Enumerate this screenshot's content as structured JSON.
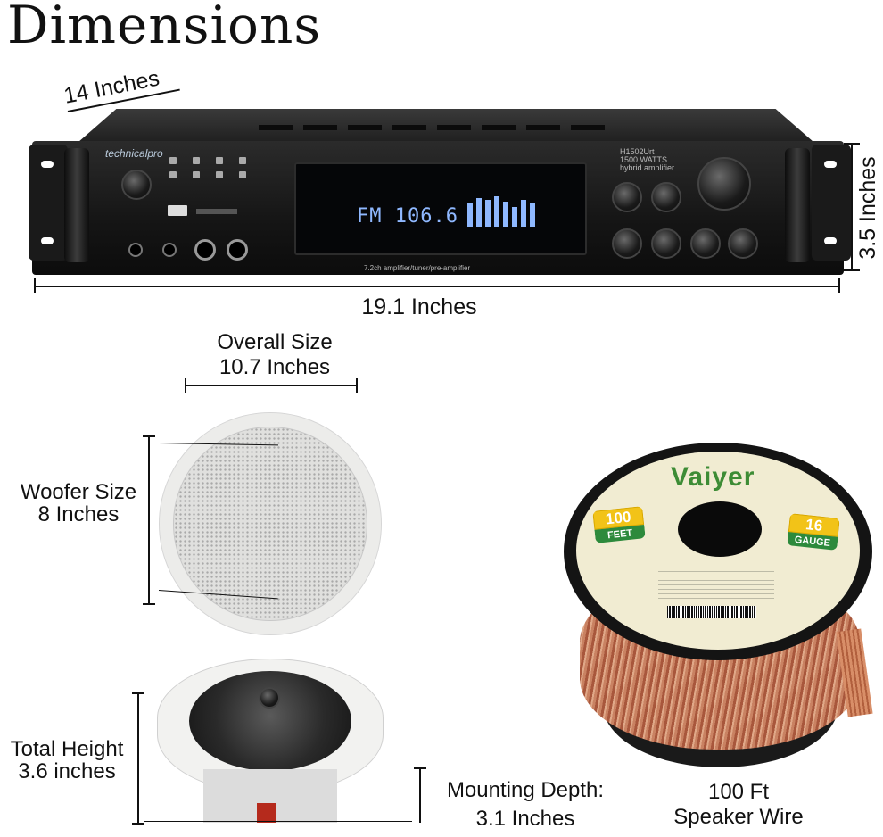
{
  "title": "Dimensions",
  "amplifier": {
    "width_label": "14 Inches",
    "height_label": "3.5 Inches",
    "length_label": "19.1 Inches",
    "brand": "technicalpro",
    "model": "H1502Urt",
    "watts": "1500 WATTS",
    "type": "hybrid amplifier",
    "display": "FM 106.6",
    "caption": "7.2ch amplifier/tuner/pre-amplifier"
  },
  "speaker_front": {
    "overall_title": "Overall Size",
    "overall_value": "10.7 Inches",
    "woofer_title": "Woofer Size",
    "woofer_value": "8 Inches"
  },
  "speaker_side": {
    "height_title": "Total Height",
    "height_value": "3.6 inches",
    "depth_title": "Mounting Depth:",
    "depth_value": "3.1 Inches"
  },
  "wire": {
    "brand": "Vaiyer",
    "length_badge_num": "100",
    "length_badge_unit": "FEET",
    "gauge_badge_num": "16",
    "gauge_badge_unit": "GAUGE",
    "caption_line1": "100 Ft",
    "caption_line2": "Speaker Wire"
  },
  "colors": {
    "label_text": "#111111",
    "brand_green": "#3d8c35",
    "badge_yellow": "#f2c318",
    "wire_copper": "#c98262"
  }
}
